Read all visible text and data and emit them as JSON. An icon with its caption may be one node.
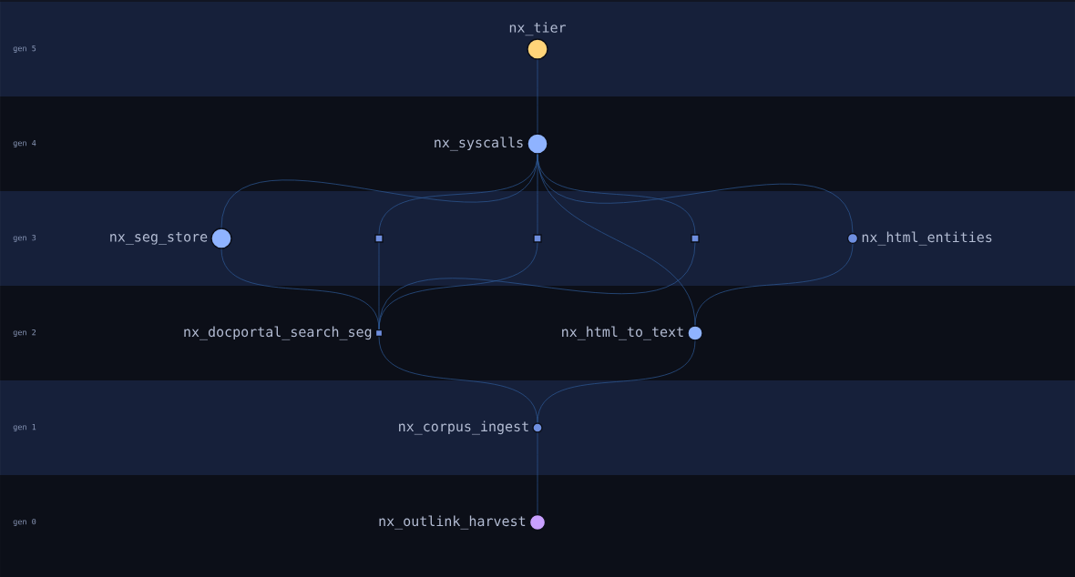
{
  "diagram": {
    "nodes": [
      {
        "text": [
          "nx_tier"
        ]
      },
      {
        "text": [
          "nx_syscalls"
        ]
      },
      {
        "text": [
          "nx_seg_store"
        ]
      },
      {
        "text": [],
        "shape": "box"
      },
      {
        "text": [],
        "shape": "box"
      },
      {
        "text": [],
        "shape": "box"
      },
      {
        "text": [
          "nx_html_entities"
        ]
      },
      {
        "text": [
          "nx_docportal_search_seg"
        ]
      },
      {
        "text": [
          "nx_html_to_text"
        ]
      },
      {
        "text": [
          "nx_corpus_ingest"
        ]
      },
      {
        "text": [
          "nx_outlink_harvest"
        ]
      }
    ],
    "edges": [
      {
        "from": 0,
        "to": 1,
        "arrow": "none"
      },
      {
        "from": 1,
        "to": 2,
        "arrow": "none"
      },
      {
        "from": 1,
        "to": 3,
        "arrow": "none"
      },
      {
        "from": 1,
        "to": 4,
        "arrow": "none"
      },
      {
        "from": 1,
        "to": 8,
        "arrow": "none"
      },
      {
        "from": 1,
        "to": 5,
        "arrow": "none"
      },
      {
        "from": 1,
        "to": 6,
        "arrow": "none"
      },
      {
        "from": 2,
        "to": 7,
        "arrow": "none"
      },
      {
        "from": 3,
        "to": 7,
        "arrow": "none"
      },
      {
        "from": 4,
        "to": 7,
        "arrow": "none"
      },
      {
        "from": 5,
        "to": 7,
        "arrow": "none"
      },
      {
        "from": 6,
        "to": 8,
        "arrow": "none"
      },
      {
        "from": 7,
        "to": 9,
        "arrow": "none"
      },
      {
        "from": 8,
        "to": 9,
        "arrow": "none"
      },
      {
        "from": 9,
        "to": 10,
        "arrow": "none"
      }
    ],
    "labels": [
      "gen 5",
      "gen 4",
      "gen 3",
      "gen 2",
      "gen 1",
      "gen 0"
    ]
  }
}
